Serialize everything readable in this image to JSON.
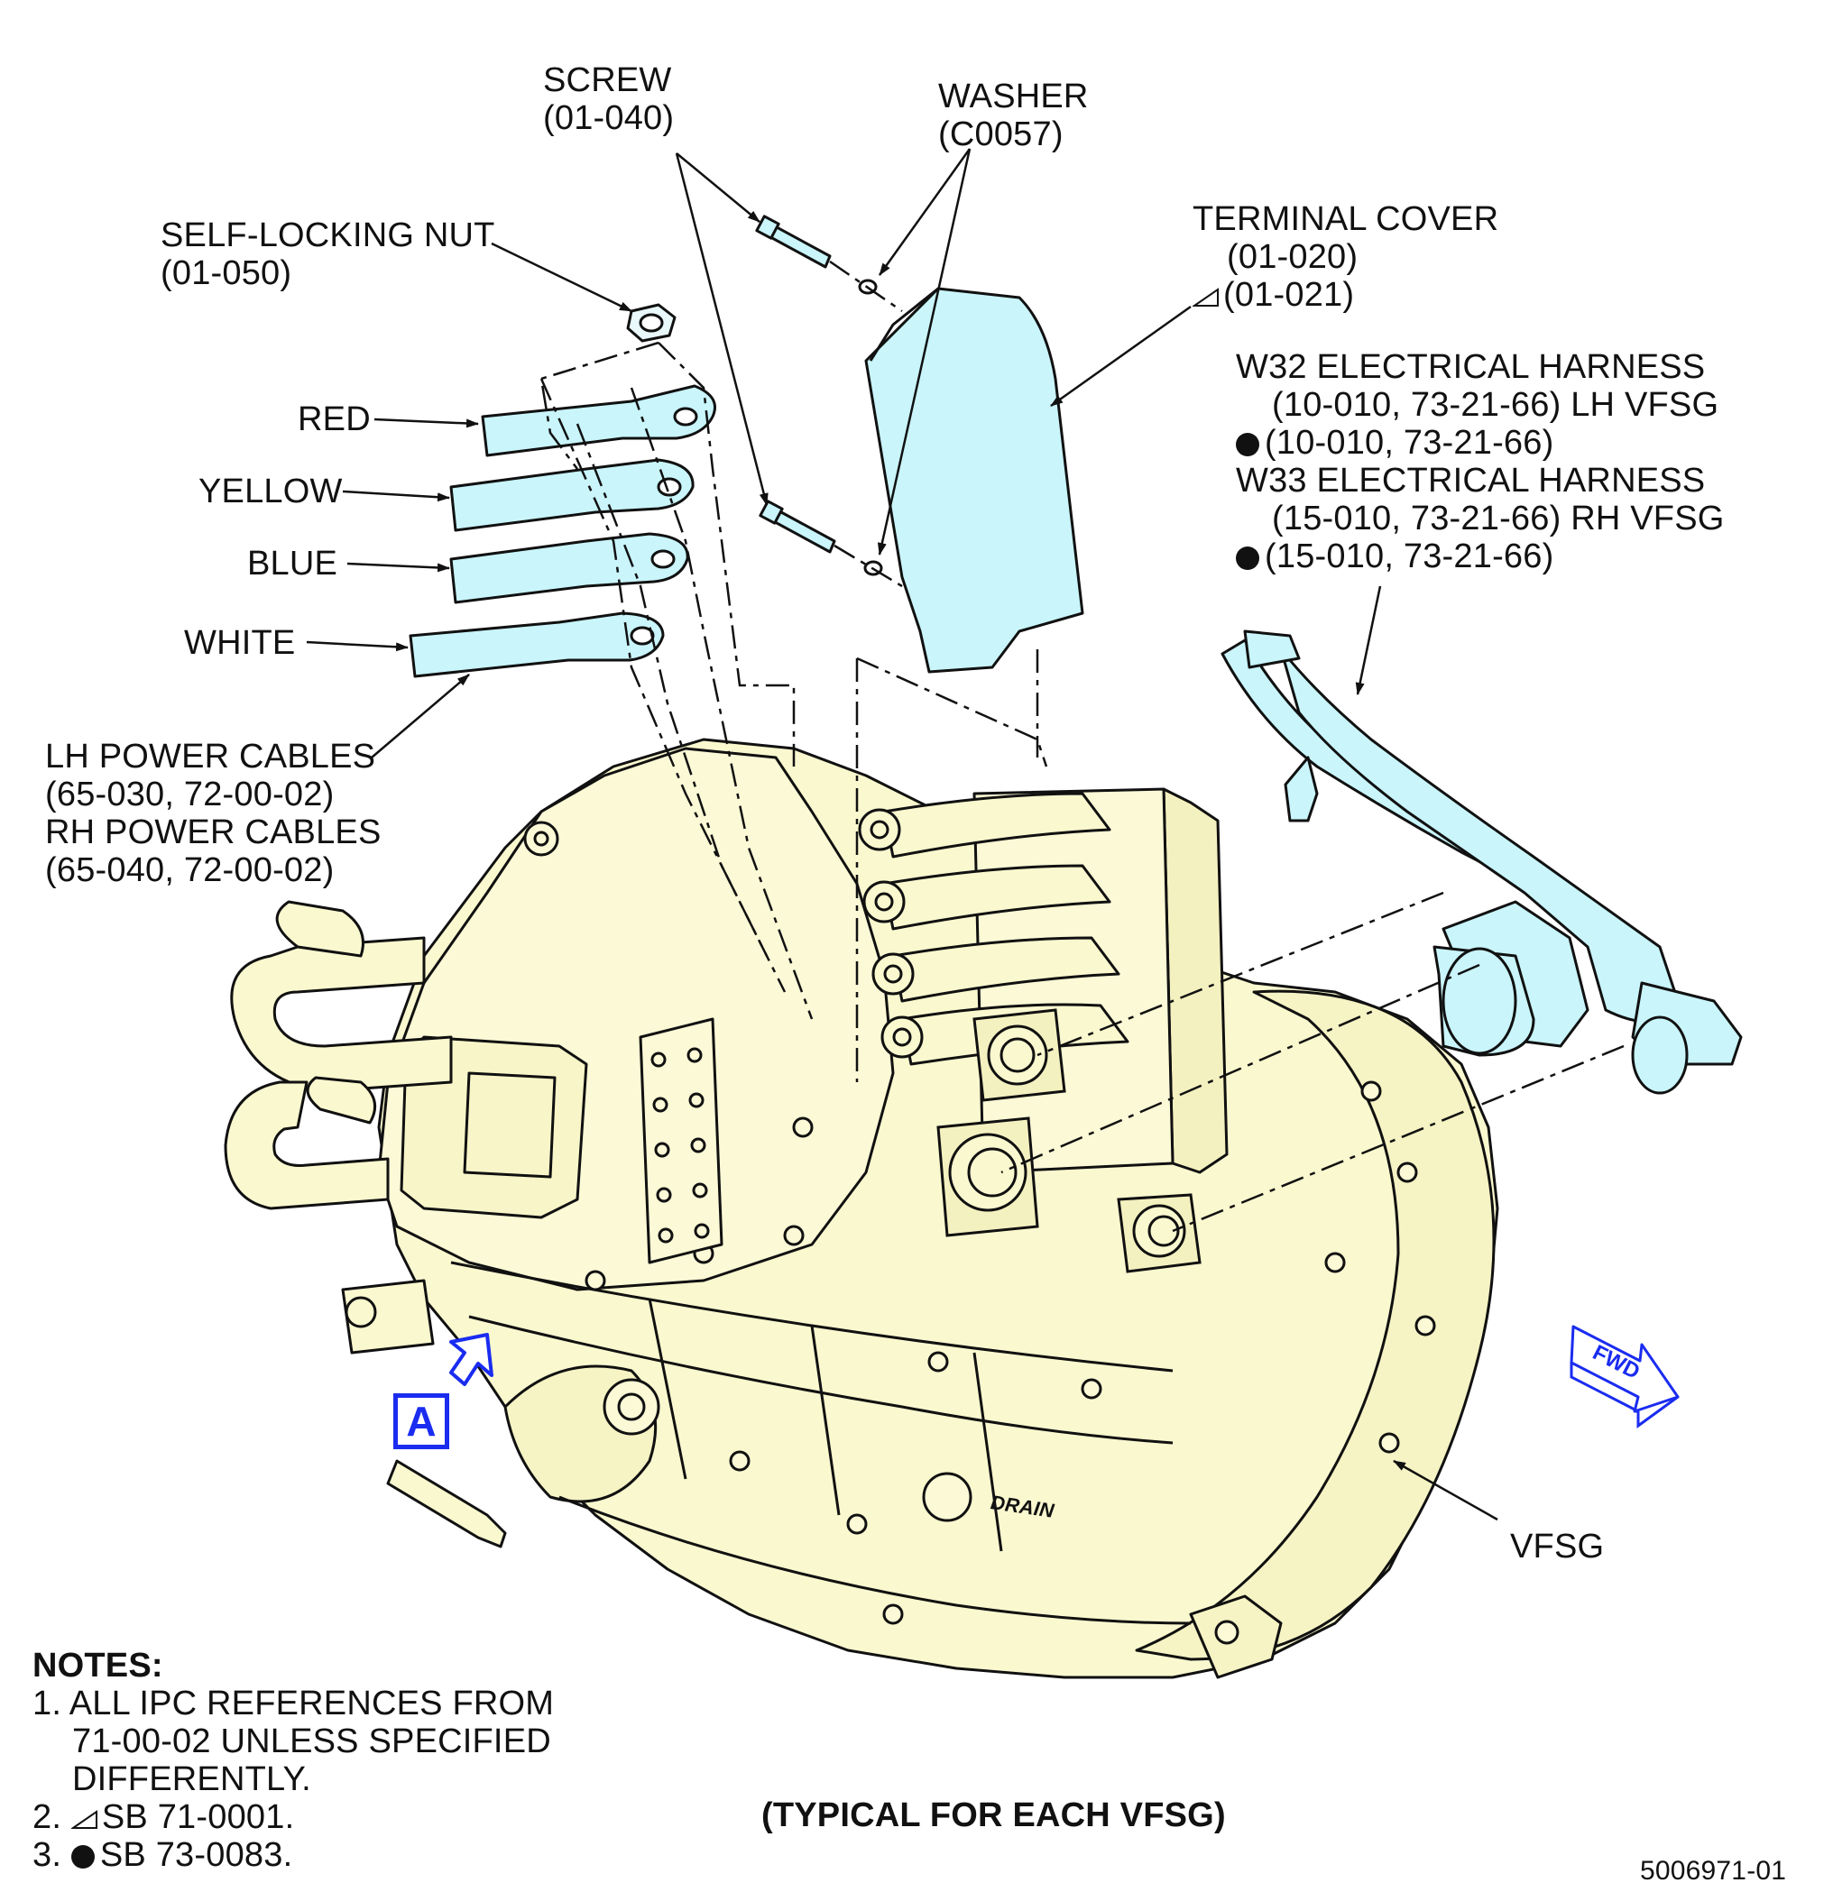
{
  "labels": {
    "screw": {
      "name": "SCREW",
      "ref": "(01-040)"
    },
    "washer": {
      "name": "WASHER",
      "ref": "(C0057)"
    },
    "self_locking_nut": {
      "name": "SELF-LOCKING NUT",
      "ref": "(01-050)"
    },
    "terminal_cover": {
      "name": "TERMINAL COVER",
      "ref1": "(01-020)",
      "ref2": "(01-021)"
    },
    "harness": {
      "w32": "W32 ELECTRICAL HARNESS",
      "w32_ref1": "(10-010, 73-21-66) LH VFSG",
      "w32_ref2": "(10-010, 73-21-66)",
      "w33": "W33 ELECTRICAL HARNESS",
      "w33_ref1": "(15-010, 73-21-66) RH VFSG",
      "w33_ref2": "(15-010, 73-21-66)"
    },
    "red": "RED",
    "yellow": "YELLOW",
    "blue": "BLUE",
    "white": "WHITE",
    "power_cables": {
      "lh": "LH POWER CABLES",
      "lh_ref": "(65-030, 72-00-02)",
      "rh": "RH POWER CABLES",
      "rh_ref": "(65-040, 72-00-02)"
    },
    "vfsg": "VFSG",
    "view_a": "A",
    "fwd": "FWD",
    "drain": "DRAIN"
  },
  "notes": {
    "title": "NOTES:",
    "n1a": "1. ALL IPC REFERENCES FROM",
    "n1b": "71-00-02 UNLESS SPECIFIED",
    "n1c": "DIFFERENTLY.",
    "n2": "SB 71-0001.",
    "n2_num": "2.",
    "n3": "SB 73-0083.",
    "n3_num": "3."
  },
  "caption": "(TYPICAL FOR EACH VFSG)",
  "figure_id": "5006971-01",
  "colors": {
    "body": "#faf8cf",
    "parts": "#c9f5fb",
    "line": "#111111",
    "callout": "#1a2cf0"
  }
}
